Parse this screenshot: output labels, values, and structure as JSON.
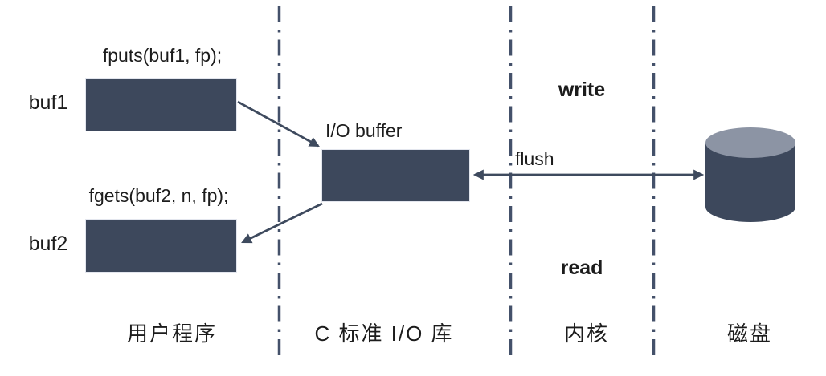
{
  "diagram": {
    "title_hint": "C standard I/O buffering diagram",
    "labels": {
      "fputs_call": "fputs(buf1, fp);",
      "buf1": "buf1",
      "fgets_call": "fgets(buf2, n, fp);",
      "buf2": "buf2",
      "io_buffer": "I/O buffer",
      "write": "write",
      "flush": "flush",
      "read": "read"
    },
    "columns": [
      {
        "label": "用户程序"
      },
      {
        "label": "C 标准 I/O 库"
      },
      {
        "label": "内核"
      },
      {
        "label": "磁盘"
      }
    ],
    "icons": {
      "disk_cylinder": "disk-cylinder-icon"
    },
    "colors": {
      "box_fill": "#3d485c",
      "box_border": "#e3e6ee",
      "arrow_stroke": "#3e4a5e",
      "divider_stroke": "#44516a",
      "disk_top": "#8c94a4",
      "disk_body": "#3d485c",
      "text": "#1c1c1c",
      "background": "#ffffff"
    }
  }
}
